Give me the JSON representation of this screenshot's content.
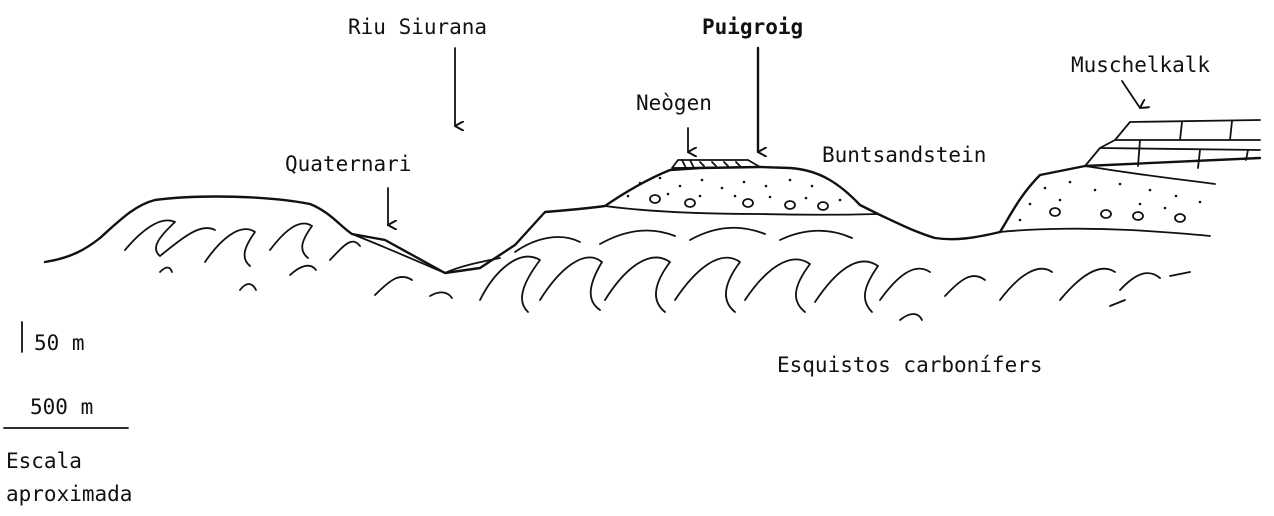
{
  "labels": {
    "riu_siurana": "Riu Siurana",
    "puigroig": "Puigroig",
    "muschelkalk": "Muschelkalk",
    "neogen": "Neògen",
    "quaternari": "Quaternari",
    "buntsandstein": "Buntsandstein",
    "esquistos": "Esquistos carbonífers"
  },
  "scale": {
    "vertical": "50 m",
    "horizontal": "500 m",
    "caption_line1": "Escala",
    "caption_line2": "aproximada"
  }
}
